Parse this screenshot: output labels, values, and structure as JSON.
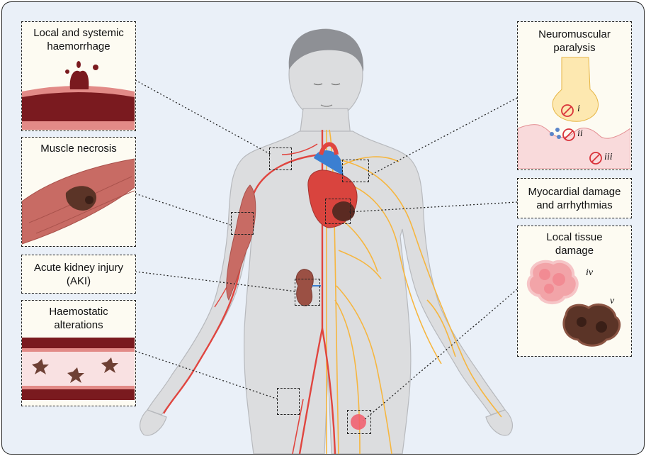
{
  "labels": {
    "haemorrhage": [
      "Local and systemic",
      "haemorrhage"
    ],
    "necrosis": [
      "Muscle necrosis"
    ],
    "aki": [
      "Acute kidney injury",
      "(AKI)"
    ],
    "haemostatic": [
      "Haemostatic",
      "alterations"
    ],
    "neuromuscular": [
      "Neuromuscular",
      "paralysis"
    ],
    "myocardial": [
      "Myocardial damage",
      "and arrhythmias"
    ],
    "tissue": [
      "Local tissue",
      "damage"
    ]
  },
  "markers": {
    "i": "i",
    "ii": "ii",
    "iii": "iii",
    "iv": "iv",
    "v": "v"
  },
  "colors": {
    "background": "#eaf0f8",
    "panel_fill": "#fdfbf2",
    "blood_dark": "#7a1a1f",
    "artery_red": "#e0453f",
    "nerve_yellow": "#f6b63f",
    "muscle_pink": "#c86b64",
    "necrosis_brown": "#5b3427",
    "skin_gray": "#d9dadc",
    "inhibit_red": "#d9323a"
  },
  "icons": [
    "inhibition-icon",
    "heart-icon",
    "kidney-icon",
    "neuron-terminal-icon",
    "platelet-icon"
  ]
}
